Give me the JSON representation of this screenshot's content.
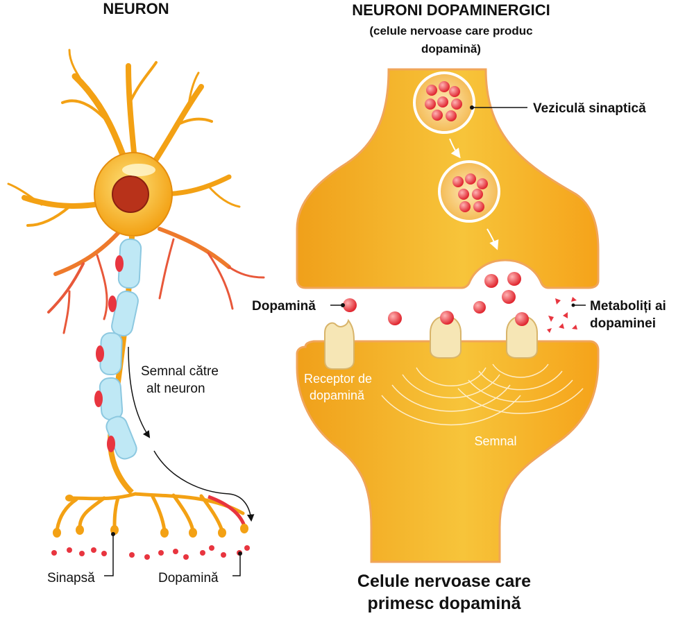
{
  "left": {
    "title": "NEURON",
    "signal_label_line1": "Semnal către",
    "signal_label_line2": "alt neuron",
    "synapse_label": "Sinapsă",
    "dopamine_label": "Dopamină"
  },
  "right": {
    "title": "NEURONI DOPAMINERGICI",
    "subtitle_line1": "(celule nervoase care produc",
    "subtitle_line2": "dopamină)",
    "vesicle_label": "Veziculă sinaptică",
    "dopamine_label": "Dopamină",
    "metabolites_line1": "Metaboliți ai",
    "metabolites_line2": "dopaminei",
    "receptor_line1": "Receptor de",
    "receptor_line2": "dopamină",
    "signal_label": "Semnal",
    "bottom_line1": "Celule nervoase care",
    "bottom_line2": "primesc dopamină"
  },
  "colors": {
    "neuron_orange": "#f5a31a",
    "neuron_light": "#fcd34a",
    "nucleus": "#b8321a",
    "dopamine_red": "#e8353f",
    "myelin": "#bfe8f5",
    "receptor": "#f6e6b5"
  }
}
